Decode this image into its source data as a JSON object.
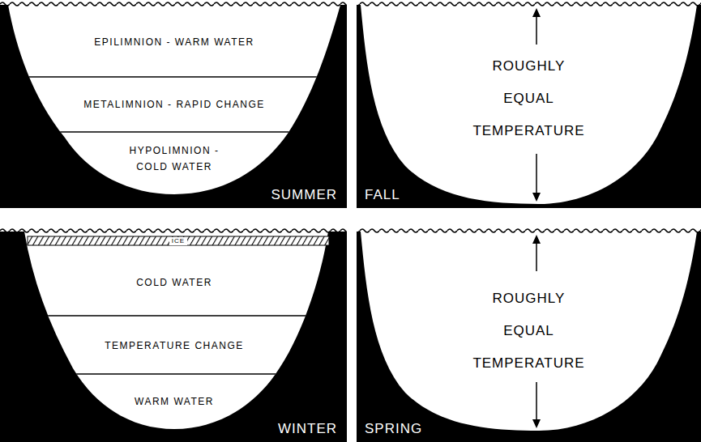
{
  "diagram": {
    "nodes": [
      {
        "text": [
          "SUMMER"
        ]
      },
      {
        "text": [
          "EPILIMNION - WARM WATER"
        ],
        "in": 0
      },
      {
        "text": [
          "METALIMNION - RAPID CHANGE"
        ],
        "in": 0
      },
      {
        "text": [
          "HYPOLIMNION - COLD WATER"
        ],
        "in": 0
      },
      {
        "text": [
          "FALL"
        ]
      },
      {
        "text": [
          "ROUGHLY EQUAL TEMPERATURE"
        ],
        "in": 4
      },
      {
        "text": [
          "WINTER"
        ]
      },
      {
        "text": [
          "ICE"
        ],
        "in": 6
      },
      {
        "text": [
          "COLD WATER"
        ],
        "in": 6
      },
      {
        "text": [
          "TEMPERATURE CHANGE"
        ],
        "in": 6
      },
      {
        "text": [
          "WARM WATER"
        ],
        "in": 6
      },
      {
        "text": [
          "SPRING"
        ]
      },
      {
        "text": [
          "ROUGHLY EQUAL TEMPERATURE"
        ],
        "in": 11
      }
    ]
  }
}
